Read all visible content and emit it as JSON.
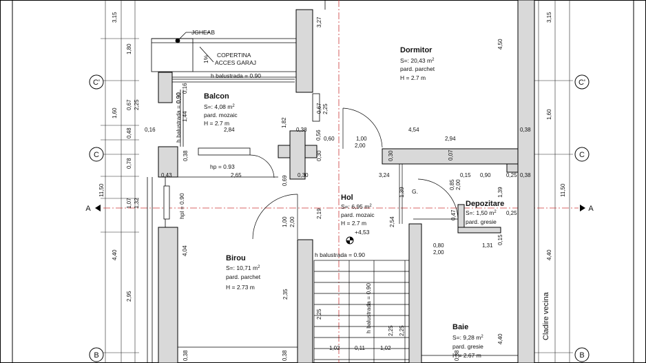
{
  "rooms": {
    "dormitor": {
      "name": "Dormitor",
      "area": "S=: 20,43 m",
      "finish": "pard. parchet",
      "height": "H = 2.7 m"
    },
    "balcon": {
      "name": "Balcon",
      "area": "S=: 4,08 m",
      "finish": "pard. mozaic",
      "height": "H = 2.7 m"
    },
    "hol": {
      "name": "Hol",
      "area": "S=: 6,95 m",
      "finish": "pard. mozaic",
      "height": "H = 2.7 m",
      "level": "+4,53"
    },
    "birou": {
      "name": "Birou",
      "area": "S=: 10,71 m",
      "finish": "pard. parchet",
      "height": "H = 2.73 m"
    },
    "depozitare": {
      "name": "Depozitare",
      "area": "S=: 1,50 m",
      "finish": "pard. gresie"
    },
    "baie": {
      "name": "Baie",
      "area": "S=: 9,28 m",
      "finish": "pard. gresie",
      "height": "H = 2.67 m"
    }
  },
  "sup2": "2",
  "labels": {
    "jgheab": "JGHEAB",
    "slope": "1%",
    "copertina1": "COPERTINA",
    "copertina2": "ACCES GARAJ",
    "balustrada_top": "h balustrada = 0.90",
    "balustrada_side": "h balustrada = 0.90",
    "balustrada_hol": "h balustrada = 0.90",
    "balustrada_stair": "h balustrada = 0.90",
    "hp_093": "hp = 0.93",
    "hpl_090": "hpl = 0.90",
    "g": "G.",
    "cladire": "Cladire vecina"
  },
  "axes": {
    "c_prime": "C'",
    "c": "C",
    "b": "B",
    "a": "A"
  },
  "dims_left": [
    "3,15",
    "1,80",
    "2,25",
    "0,67",
    "1,60",
    "0,48",
    "0,78",
    "11,50",
    "1,07",
    "1,32",
    "4,40",
    "2,95"
  ],
  "dims_right": [
    "3,15",
    "1,60",
    "11,50",
    "4,40"
  ],
  "dims_plan": [
    "3,27",
    "0,16",
    "0,90",
    "1,44",
    "0,16",
    "2,84",
    "0,38",
    "0,38",
    "1,82",
    "0,67",
    "2,25",
    "0,56",
    "0,60",
    "1,00",
    "2,00",
    "4,54",
    "2,94",
    "0,38",
    "0,30",
    "0,30",
    "0,07",
    "0,43",
    "2,65",
    "0,69",
    "0,30",
    "3,24",
    "0,85",
    "2,00",
    "0,15",
    "0,90",
    "0,38",
    "0,25",
    "1,39",
    "1,39",
    "0,47",
    "0,25",
    "0,15",
    "1,00",
    "2,00",
    "2,19",
    "2,54",
    "0,80",
    "2,00",
    "1,31",
    "4,04",
    "2,35",
    "4,50",
    "2,25",
    "2,25",
    "2,25",
    "1,02",
    "0,11",
    "1,02",
    "0,38",
    "0,38",
    "0,38",
    "4,40"
  ]
}
